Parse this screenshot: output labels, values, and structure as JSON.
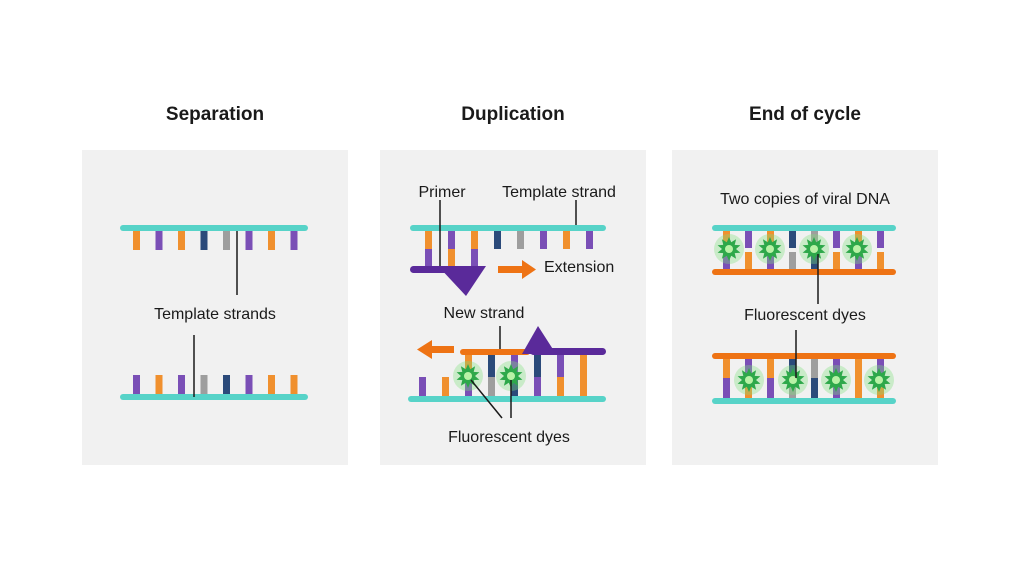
{
  "colors": {
    "teal": "#57d3c8",
    "orange": "#f0902e",
    "purple": "#7a4fb6",
    "navy": "#2b4a7a",
    "gray": "#9e9e9e",
    "primer_purple": "#5a2a9a",
    "arrow_orange": "#ee7314",
    "dye_green": "#2ea84a",
    "panel_bg": "#f1f1f1"
  },
  "panels": [
    {
      "title": "Separation",
      "labels": {
        "template_strands": "Template strands"
      }
    },
    {
      "title": "Duplication",
      "labels": {
        "primer": "Primer",
        "template_strand": "Template strand",
        "extension": "Extension",
        "new_strand": "New strand",
        "fluorescent_dyes": "Fluorescent dyes"
      }
    },
    {
      "title": "End of cycle",
      "labels": {
        "two_copies": "Two copies of viral DNA",
        "fluorescent_dyes": "Fluorescent dyes"
      }
    }
  ],
  "sequences": {
    "separation_top": [
      "orange",
      "purple",
      "orange",
      "navy",
      "gray",
      "purple",
      "orange",
      "purple"
    ],
    "separation_bottom": [
      "purple",
      "orange",
      "purple",
      "gray",
      "navy",
      "purple",
      "orange",
      "orange"
    ],
    "duplication_top_template": [
      "orange",
      "purple",
      "orange",
      "navy",
      "gray",
      "purple",
      "orange",
      "purple"
    ],
    "duplication_top_primer_complement": [
      "purple",
      "orange",
      "purple"
    ],
    "duplication_bottom_template": [
      "purple",
      "orange",
      "purple",
      "gray",
      "navy",
      "purple",
      "orange",
      "orange"
    ],
    "duplication_bottom_new_complement": [
      "orange",
      "navy",
      "purple",
      "navy",
      "purple",
      "orange"
    ],
    "end_top_template": [
      "orange",
      "purple",
      "orange",
      "navy",
      "gray",
      "purple",
      "orange",
      "purple"
    ],
    "end_top_new": [
      "purple",
      "orange",
      "purple",
      "gray",
      "navy",
      "orange",
      "purple",
      "orange"
    ],
    "end_bottom_template": [
      "purple",
      "orange",
      "purple",
      "gray",
      "navy",
      "purple",
      "orange",
      "orange"
    ],
    "end_bottom_new": [
      "orange",
      "purple",
      "orange",
      "navy",
      "gray",
      "purple",
      "orange",
      "purple"
    ]
  }
}
